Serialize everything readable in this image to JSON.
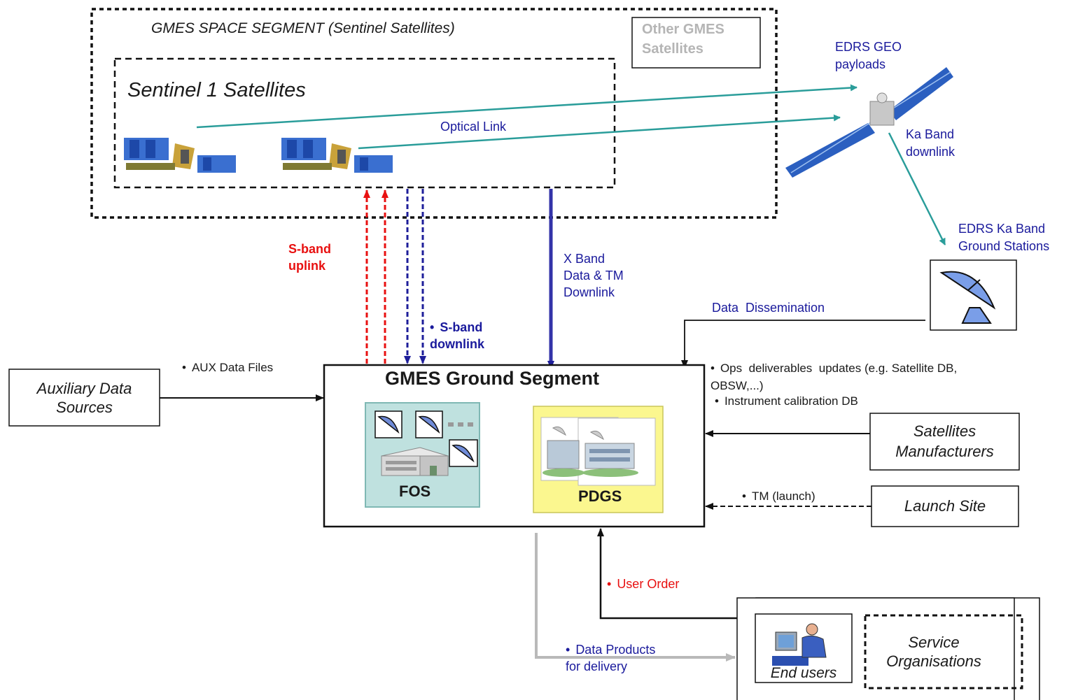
{
  "space_segment": {
    "title": "GMES SPACE SEGMENT (Sentinel Satellites)",
    "other_satellites": "Other GMES\nSatellites",
    "sentinel_title": "Sentinel 1 Satellites",
    "optical_link": "Optical Link"
  },
  "edrs": {
    "geo_payloads": "EDRS GEO\npayloads",
    "ka_downlink": "Ka Band\ndownlink",
    "ground_stations": "EDRS Ka Band\nGround Stations"
  },
  "links": {
    "s_band_uplink": "S-band\nuplink",
    "s_band_downlink": "S-band\ndownlink",
    "x_band": "X Band\nData & TM\nDownlink",
    "data_dissemination": "Data  Dissemination",
    "aux_data_files": "AUX Data Files",
    "ops_deliverables": "Ops  deliverables  updates (e.g. Satellite DB,\nOBSW,...)",
    "calibration_db": "Instrument calibration DB",
    "tm_launch": "TM (launch)",
    "user_order": "User Order",
    "data_products": "Data Products\nfor delivery"
  },
  "ground_segment": {
    "title": "GMES Ground Segment",
    "fos": "FOS",
    "pdgs": "PDGS"
  },
  "external": {
    "aux_sources": "Auxiliary Data\nSources",
    "manufacturers": "Satellites\nManufacturers",
    "launch_site": "Launch Site",
    "end_users": "End users",
    "service_orgs": "Service\nOrganisations"
  },
  "colors": {
    "teal": "#2a9d9a",
    "navy": "#1e1e9a",
    "red": "#e81010",
    "grey": "#b9b9b9",
    "fos_bg": "#bfe1df",
    "pdgs_bg": "#fbf78f"
  }
}
